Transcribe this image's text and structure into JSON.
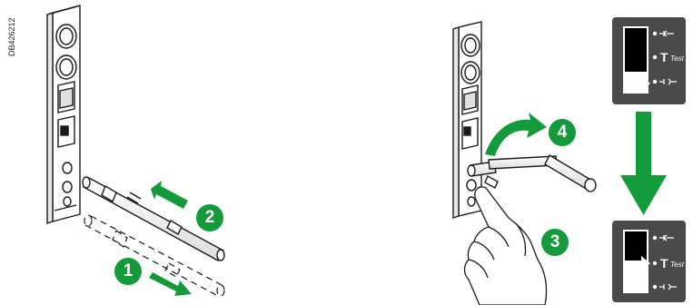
{
  "document_id": "DB426212",
  "steps": [
    "1",
    "2",
    "3",
    "4"
  ],
  "indicator_top": {
    "label_test": "Test",
    "label_t": "T"
  },
  "indicator_bottom": {
    "label_test": "Test",
    "label_t": "T"
  },
  "colors": {
    "accent_green": "#139a3a",
    "indicator_bg": "#4a4a4a",
    "outline": "#1a1a1a"
  }
}
